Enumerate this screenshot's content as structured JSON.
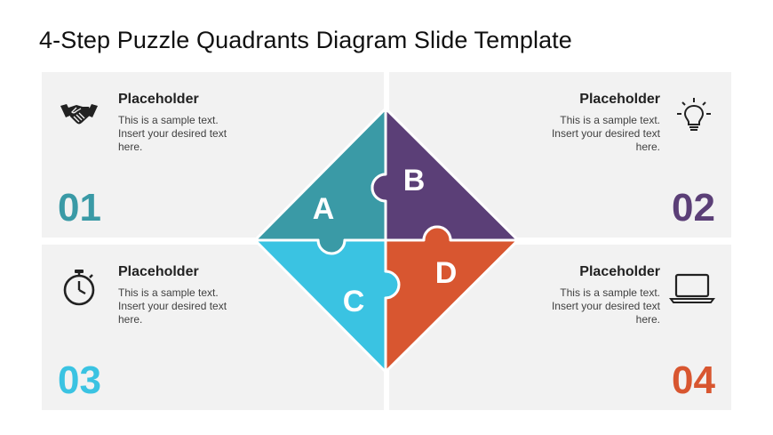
{
  "title": "4-Step Puzzle Quadrants Diagram Slide Template",
  "quadrants": [
    {
      "title": "Placeholder",
      "text": "This is a sample text. Insert your desired text here.",
      "number": "01",
      "letter": "A",
      "color": "#3a9aa6",
      "icon": "handshake-icon"
    },
    {
      "title": "Placeholder",
      "text": "This is a sample text. Insert your desired text here.",
      "number": "02",
      "letter": "B",
      "color": "#5b3f77",
      "icon": "lightbulb-icon"
    },
    {
      "title": "Placeholder",
      "text": "This is a sample text. Insert your desired text here.",
      "number": "03",
      "letter": "C",
      "color": "#3ac3e2",
      "icon": "stopwatch-icon"
    },
    {
      "title": "Placeholder",
      "text": "This is a sample text. Insert your desired text here.",
      "number": "04",
      "letter": "D",
      "color": "#d85630",
      "icon": "laptop-icon"
    }
  ],
  "colors": {
    "panel": "#f2f2f2",
    "icon": "#222222"
  }
}
